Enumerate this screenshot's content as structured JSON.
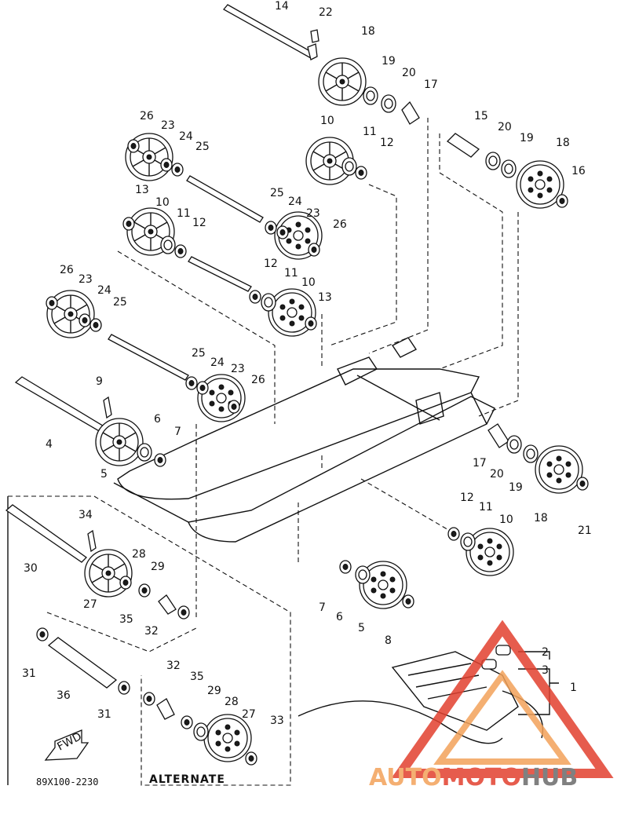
{
  "diagram": {
    "drawing_code": "89X100-2230",
    "alternate_label": "ALTERNATE",
    "fwd_label": "FWD",
    "callouts": [
      {
        "id": "c14a",
        "text": "14"
      },
      {
        "id": "c22a",
        "text": "22"
      },
      {
        "id": "c18a",
        "text": "18"
      },
      {
        "id": "c19a",
        "text": "19"
      },
      {
        "id": "c20a",
        "text": "20"
      },
      {
        "id": "c17a",
        "text": "17"
      },
      {
        "id": "c26a",
        "text": "26"
      },
      {
        "id": "c23a",
        "text": "23"
      },
      {
        "id": "c24a",
        "text": "24"
      },
      {
        "id": "c25a",
        "text": "25"
      },
      {
        "id": "c10a",
        "text": "10"
      },
      {
        "id": "c11a",
        "text": "11"
      },
      {
        "id": "c12a",
        "text": "12"
      },
      {
        "id": "c15a",
        "text": "15"
      },
      {
        "id": "c20b",
        "text": "20"
      },
      {
        "id": "c19b",
        "text": "19"
      },
      {
        "id": "c18b",
        "text": "18"
      },
      {
        "id": "c16a",
        "text": "16"
      },
      {
        "id": "c13a",
        "text": "13"
      },
      {
        "id": "c10b",
        "text": "10"
      },
      {
        "id": "c11b",
        "text": "11"
      },
      {
        "id": "c12b",
        "text": "12"
      },
      {
        "id": "c25b",
        "text": "25"
      },
      {
        "id": "c24b",
        "text": "24"
      },
      {
        "id": "c23b",
        "text": "23"
      },
      {
        "id": "c26b",
        "text": "26"
      },
      {
        "id": "c12c",
        "text": "12"
      },
      {
        "id": "c11c",
        "text": "11"
      },
      {
        "id": "c10c",
        "text": "10"
      },
      {
        "id": "c13b",
        "text": "13"
      },
      {
        "id": "c26c",
        "text": "26"
      },
      {
        "id": "c23c",
        "text": "23"
      },
      {
        "id": "c24c",
        "text": "24"
      },
      {
        "id": "c25c",
        "text": "25"
      },
      {
        "id": "c25d",
        "text": "25"
      },
      {
        "id": "c24d",
        "text": "24"
      },
      {
        "id": "c23d",
        "text": "23"
      },
      {
        "id": "c26d",
        "text": "26"
      },
      {
        "id": "c9a",
        "text": "9"
      },
      {
        "id": "c4a",
        "text": "4"
      },
      {
        "id": "c6a",
        "text": "6"
      },
      {
        "id": "c7a",
        "text": "7"
      },
      {
        "id": "c5a",
        "text": "5"
      },
      {
        "id": "c17b",
        "text": "17"
      },
      {
        "id": "c20c",
        "text": "20"
      },
      {
        "id": "c19c",
        "text": "19"
      },
      {
        "id": "c18c",
        "text": "18"
      },
      {
        "id": "c21a",
        "text": "21"
      },
      {
        "id": "c12d",
        "text": "12"
      },
      {
        "id": "c11d",
        "text": "11"
      },
      {
        "id": "c10d",
        "text": "10"
      },
      {
        "id": "c34a",
        "text": "34"
      },
      {
        "id": "c30a",
        "text": "30"
      },
      {
        "id": "c28a",
        "text": "28"
      },
      {
        "id": "c29a",
        "text": "29"
      },
      {
        "id": "c27a",
        "text": "27"
      },
      {
        "id": "c35a",
        "text": "35"
      },
      {
        "id": "c32a",
        "text": "32"
      },
      {
        "id": "c7b",
        "text": "7"
      },
      {
        "id": "c6b",
        "text": "6"
      },
      {
        "id": "c5b",
        "text": "5"
      },
      {
        "id": "c8a",
        "text": "8"
      },
      {
        "id": "c2a",
        "text": "2"
      },
      {
        "id": "c3a",
        "text": "3"
      },
      {
        "id": "c1a",
        "text": "1"
      },
      {
        "id": "c31a",
        "text": "31"
      },
      {
        "id": "c36a",
        "text": "36"
      },
      {
        "id": "c31b",
        "text": "31"
      },
      {
        "id": "c32b",
        "text": "32"
      },
      {
        "id": "c35b",
        "text": "35"
      },
      {
        "id": "c29b",
        "text": "29"
      },
      {
        "id": "c28b",
        "text": "28"
      },
      {
        "id": "c27b",
        "text": "27"
      },
      {
        "id": "c33a",
        "text": "33"
      }
    ]
  },
  "watermark": {
    "part1": "AUTO",
    "part2": "MOTO",
    "part3": "HUB",
    "color_auto": "#f3a25a",
    "color_moto": "#e2402f",
    "color_hub": "#6a6a6a"
  }
}
